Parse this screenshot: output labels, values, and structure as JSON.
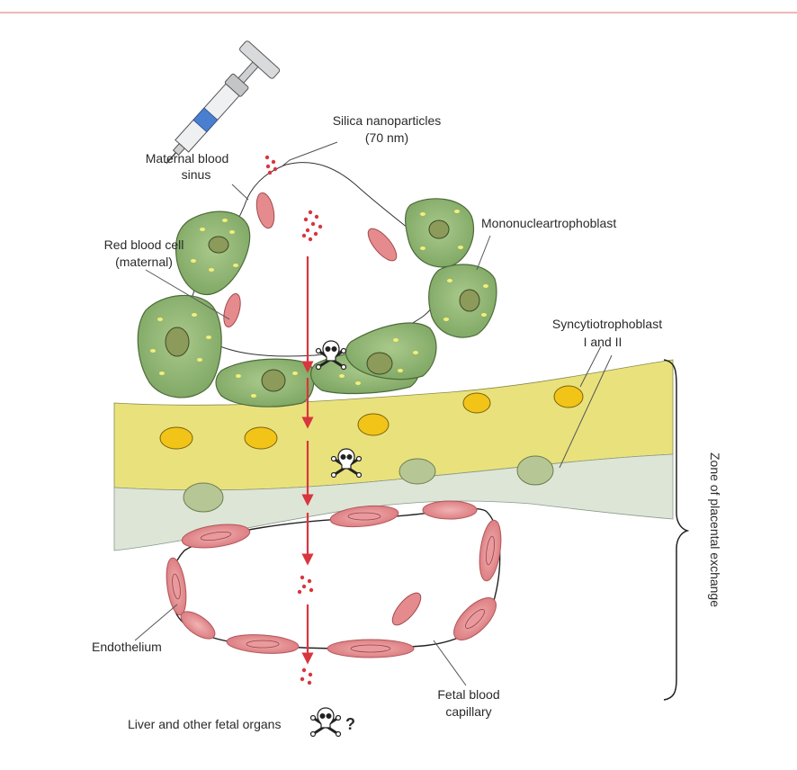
{
  "labels": {
    "silica_1": "Silica nanoparticles",
    "silica_2": "(70 nm)",
    "maternal_sinus_1": "Maternal blood",
    "maternal_sinus_2": "sinus",
    "rbc_1": "Red blood cell",
    "rbc_2": "(maternal)",
    "mononuclear": "Mononucleartrophoblast",
    "syncytio_1": "Syncytiotrophoblast",
    "syncytio_2": "I and II",
    "zone": "Zone of placental exchange",
    "endothelium": "Endothelium",
    "fetal_cap_1": "Fetal blood",
    "fetal_cap_2": "capillary",
    "liver": "Liver and other fetal organs",
    "question": "?"
  },
  "colors": {
    "frame": "#e8a0a0",
    "arrow": "#d8363e",
    "nanoparticle": "#d8363e",
    "syncytio_layer_1": "#e9e27c",
    "syncytio_layer_2": "#dde6d6",
    "trophoblast_cell": "#8fb572",
    "rbc": "#e58b8e",
    "endothelial_cell": "#dc7f82"
  },
  "icons": [
    "syringe-icon",
    "skull-crossbones-icon"
  ]
}
